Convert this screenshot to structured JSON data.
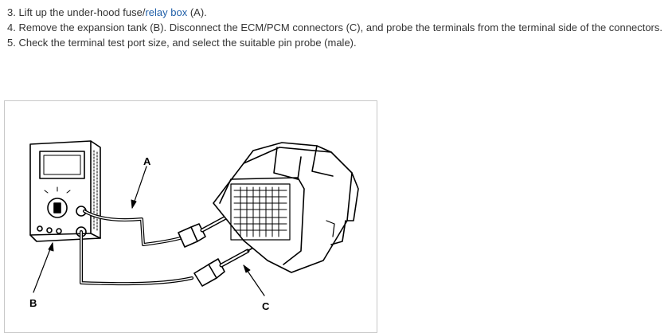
{
  "steps": [
    {
      "before": "3. Lift up the under-hood fuse/",
      "link": "relay box",
      "after": " (A)."
    },
    {
      "before": "4. Remove the expansion tank (B). Disconnect the ECM/PCM connectors (C), and probe the terminals from the terminal side of the connectors.",
      "link": "",
      "after": ""
    },
    {
      "before": "5. Check the terminal test port size, and select the suitable pin probe (male).",
      "link": "",
      "after": ""
    }
  ],
  "figure": {
    "callouts": {
      "a": "A",
      "b": "B",
      "c": "C"
    }
  }
}
